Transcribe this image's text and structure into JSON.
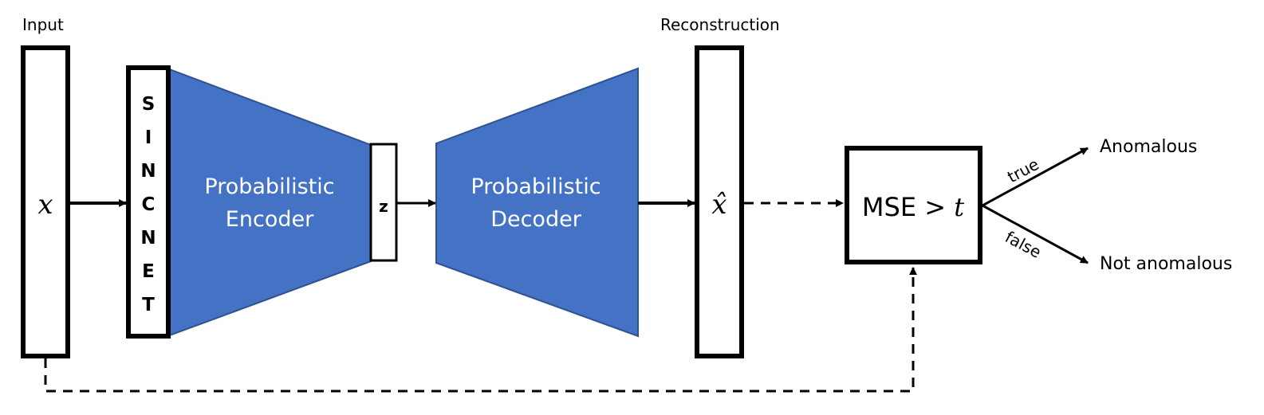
{
  "labels": {
    "input": "Input",
    "reconstruction": "Reconstruction",
    "input_var": "x",
    "recon_var": "x̂",
    "sincnet_letters": [
      "S",
      "I",
      "N",
      "C",
      "N",
      "E",
      "T"
    ],
    "encoder_line1": "Probabilistic",
    "encoder_line2": "Encoder",
    "latent": "z",
    "decoder_line1": "Probabilistic",
    "decoder_line2": "Decoder",
    "decision_text": "MSE > ",
    "decision_var": "t",
    "true_label": "true",
    "false_label": "false",
    "anomalous": "Anomalous",
    "not_anomalous": "Not anomalous"
  },
  "colors": {
    "network_fill": "#4472C4",
    "network_stroke": "#2F528F",
    "line": "#000000"
  }
}
